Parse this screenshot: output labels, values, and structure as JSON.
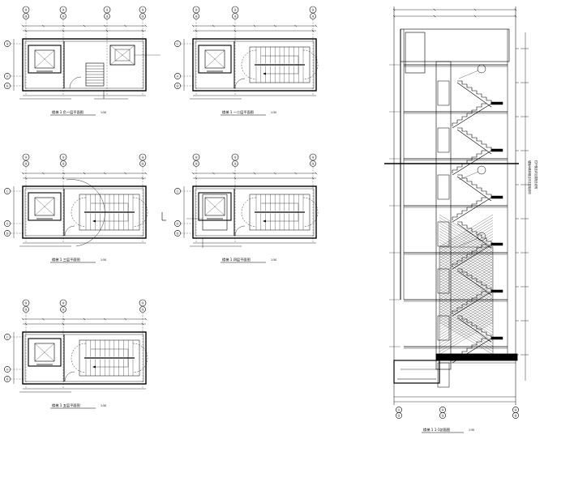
{
  "sheet": {
    "plans": [
      {
        "id": "p1",
        "title": "楼梯 1  负一层平面图",
        "scale": "1:50",
        "bubbles": [
          "⑭",
          "⑭",
          "⑮",
          "⑯"
        ],
        "side_bubbles": [
          "⑮",
          "Ⓐ",
          "Ⓑ"
        ]
      },
      {
        "id": "p2",
        "title": "楼梯 1  一二层平面图",
        "scale": "1:50",
        "bubbles": [
          "⑭",
          "⑮",
          "⑯"
        ],
        "side_bubbles": [
          "Ⓒ",
          "Ⓐ",
          "Ⓑ"
        ]
      },
      {
        "id": "p3",
        "title": "楼梯 1  三层平面图",
        "scale": "1:50",
        "bubbles": [
          "⑭",
          "⑮",
          "⑯"
        ],
        "side_bubbles": [
          "Ⓒ",
          "Ⓐ",
          "Ⓑ"
        ]
      },
      {
        "id": "p4",
        "title": "楼梯 1  四层平面图",
        "scale": "1:50",
        "bubbles": [
          "⑭",
          "⑮",
          "⑯"
        ],
        "side_bubbles": [
          "Ⓒ",
          "Ⓐ",
          "Ⓑ"
        ]
      },
      {
        "id": "p5",
        "title": "楼梯 1  五层平面图",
        "scale": "1:50",
        "bubbles": [
          "⑭",
          "⑭",
          "⑮"
        ],
        "side_bubbles": [
          "Ⓒ",
          "Ⓐ",
          "Ⓑ"
        ]
      }
    ],
    "section": {
      "title": "楼梯 1  1-1剖面图",
      "scale": "1:50",
      "bottom_bubbles": [
        "⑫",
        "⑬",
        "⑭",
        "⑮",
        "⑯"
      ]
    },
    "note_lines": [
      "楼梯间墙体做法详见建筑说明",
      "栏杆做法详见建施总说明"
    ]
  }
}
